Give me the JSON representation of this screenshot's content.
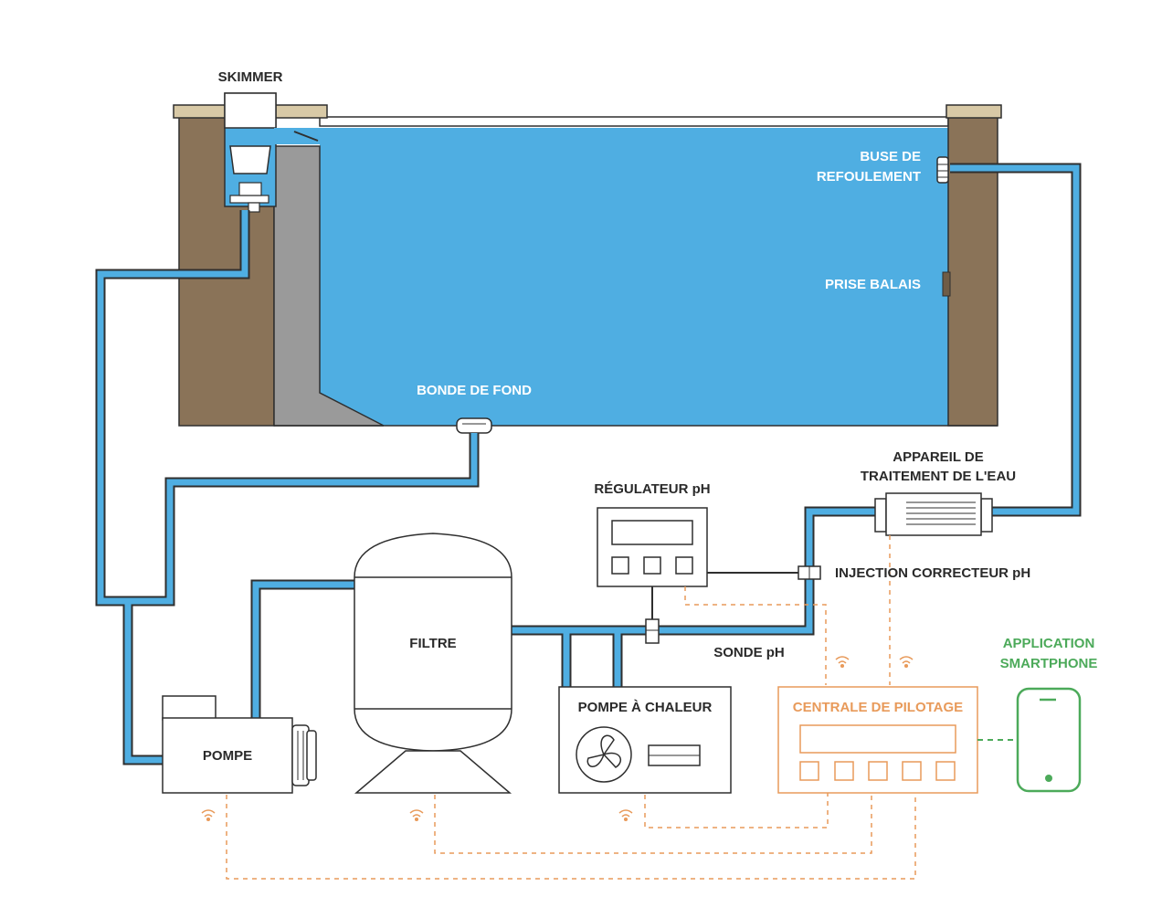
{
  "colors": {
    "water": "#4faee2",
    "wall": "#8a7358",
    "coping": "#d8c9a6",
    "concrete": "#9a9a9a",
    "pipe": "#4faee2",
    "pipe_outline": "#2f2f2f",
    "control": "#e89a5a",
    "app": "#4caa5a"
  },
  "labels": {
    "skimmer": "SKIMMER",
    "buse_line1": "BUSE DE",
    "buse_line2": "REFOULEMENT",
    "prise_balais": "PRISE BALAIS",
    "bonde_de_fond": "BONDE DE FOND",
    "appareil_line1": "APPAREIL DE",
    "appareil_line2": "TRAITEMENT DE L'EAU",
    "regulateur_ph": "RÉGULATEUR pH",
    "injection": "INJECTION CORRECTEUR pH",
    "sonde_ph": "SONDE pH",
    "filtre": "FILTRE",
    "pompe": "POMPE",
    "pompe_chaleur": "POMPE À CHALEUR",
    "centrale": "CENTRALE DE PILOTAGE",
    "app_line1": "APPLICATION",
    "app_line2": "SMARTPHONE"
  },
  "icons": [
    "wifi-icon",
    "fan-icon",
    "smartphone-icon"
  ]
}
